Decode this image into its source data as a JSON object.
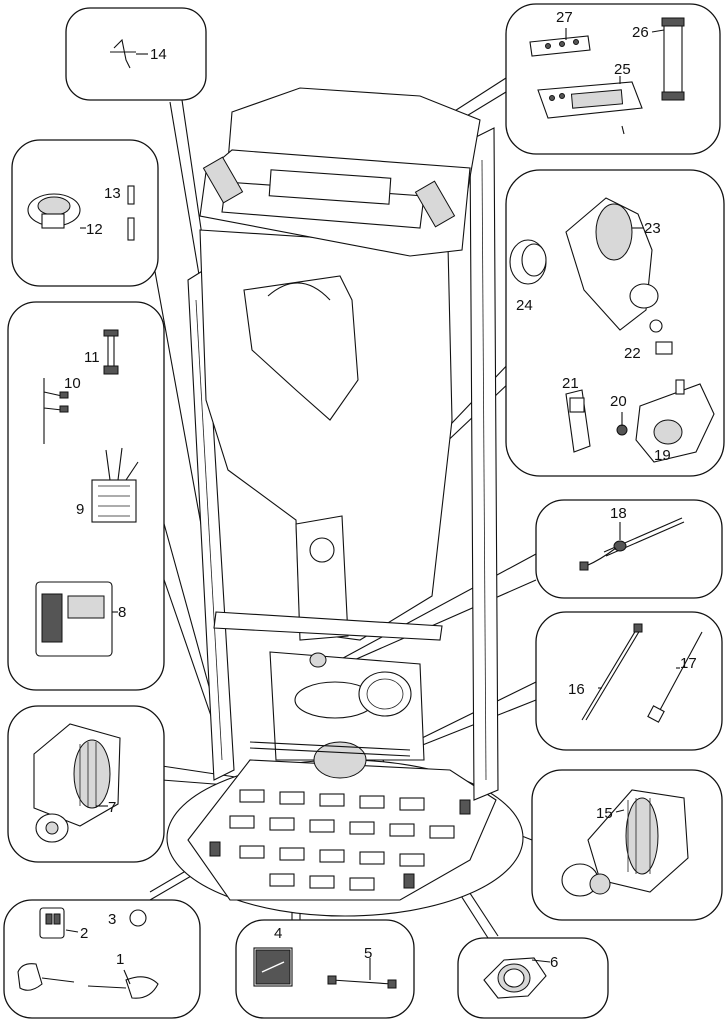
{
  "diagram": {
    "type": "exploded parts diagram",
    "labels": [
      {
        "id": "1",
        "text": "1"
      },
      {
        "id": "2",
        "text": "2"
      },
      {
        "id": "3",
        "text": "3"
      },
      {
        "id": "4",
        "text": "4"
      },
      {
        "id": "5",
        "text": "5"
      },
      {
        "id": "6",
        "text": "6"
      },
      {
        "id": "7",
        "text": "7"
      },
      {
        "id": "8",
        "text": "8"
      },
      {
        "id": "9",
        "text": "9"
      },
      {
        "id": "10",
        "text": "10"
      },
      {
        "id": "11",
        "text": "11"
      },
      {
        "id": "12",
        "text": "12"
      },
      {
        "id": "13",
        "text": "13"
      },
      {
        "id": "14",
        "text": "14"
      },
      {
        "id": "15",
        "text": "15"
      },
      {
        "id": "16",
        "text": "16"
      },
      {
        "id": "17",
        "text": "17"
      },
      {
        "id": "18",
        "text": "18"
      },
      {
        "id": "19",
        "text": "19"
      },
      {
        "id": "20",
        "text": "20"
      },
      {
        "id": "21",
        "text": "21"
      },
      {
        "id": "22",
        "text": "22"
      },
      {
        "id": "23",
        "text": "23"
      },
      {
        "id": "24",
        "text": "24"
      },
      {
        "id": "25",
        "text": "25"
      },
      {
        "id": "26",
        "text": "26"
      },
      {
        "id": "27",
        "text": "27"
      }
    ]
  }
}
